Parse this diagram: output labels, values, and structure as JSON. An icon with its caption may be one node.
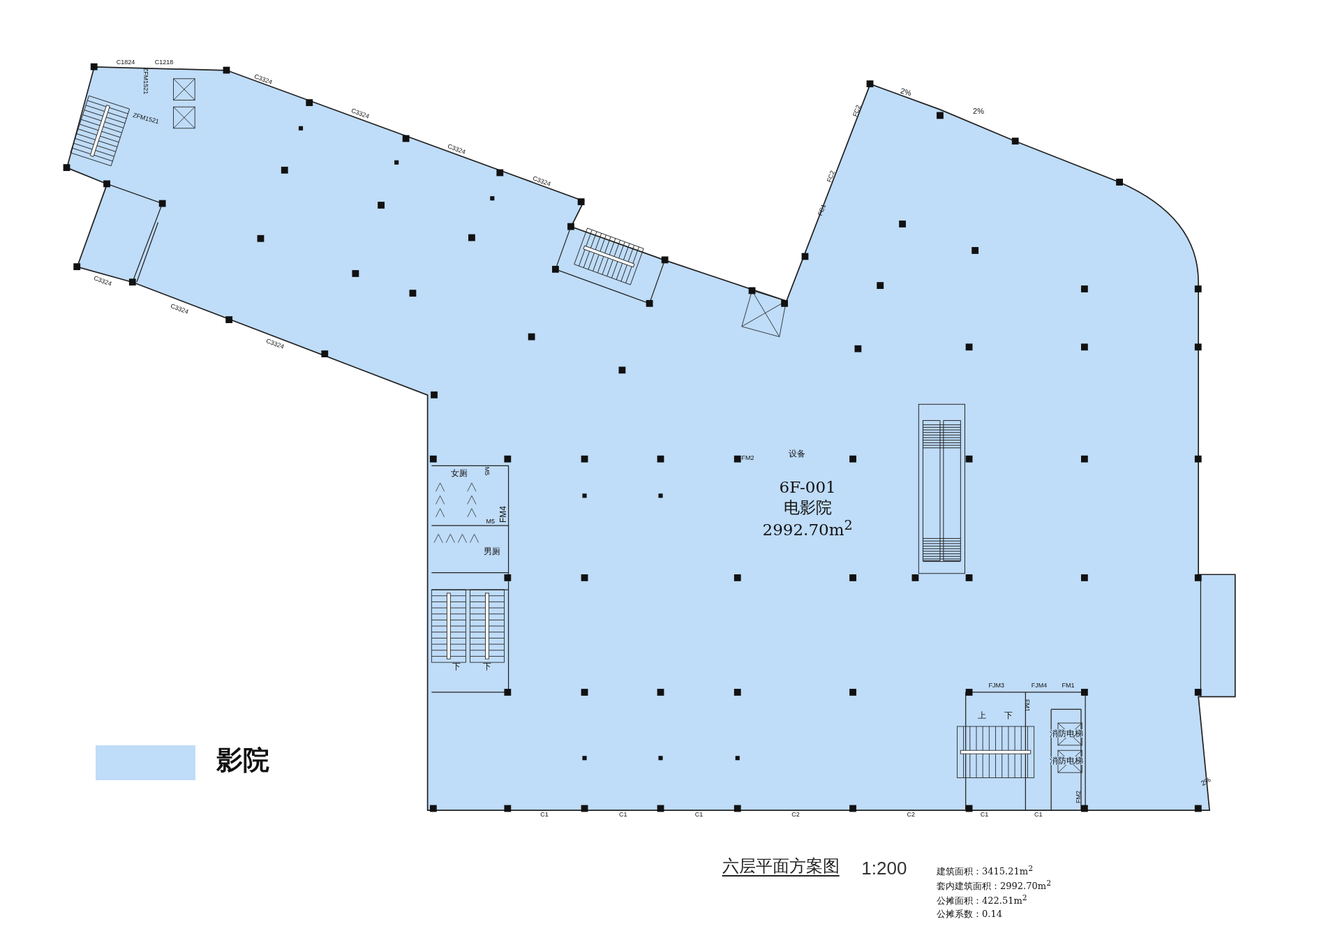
{
  "diagram": {
    "title": "六层平面方案图",
    "nodes": [
      {
        "text": [
          "6F-001",
          "电影院",
          "2992.70m$^{2}$"
        ]
      }
    ],
    "labels": [
      "C1824",
      "C1218",
      "2%",
      "2%",
      "C3324",
      "ZFM1521",
      "ZFM1521",
      "C3324",
      "FC2",
      "C3324",
      "FC2",
      "C3324",
      "FC1",
      "C3324",
      "C3324",
      "C3324",
      "FM2",
      "设备",
      "女厕",
      "M5",
      "FM4",
      "M5",
      "男厕",
      "下",
      "下",
      "FJM3",
      "FJM4",
      "FM1",
      "FM1",
      "上",
      "下",
      "消防电梯",
      "消防电梯",
      "2%",
      "FM2",
      "C1",
      "C1",
      "C1",
      "C2",
      "C2",
      "C1",
      "C1",
      "1:200",
      "建筑面积：3415.21m$^{2}$",
      "套内建筑面积：2992.70m$^{2}$",
      "公摊面积：422.51m$^{2}$",
      "公摊系数：0.14"
    ],
    "legend": [
      {
        "text": "影院",
        "color": "#bfdcf8"
      }
    ]
  }
}
